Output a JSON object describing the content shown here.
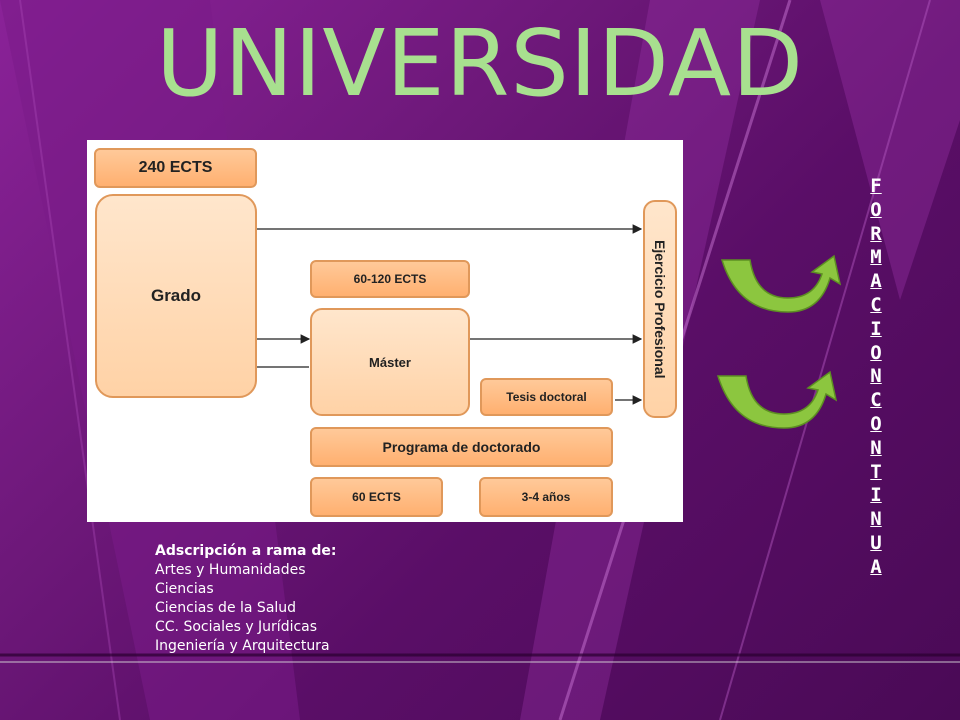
{
  "title": "UNIVERSIDAD",
  "diagram": {
    "ects_240": "240 ECTS",
    "grado": "Grado",
    "ects_60_120": "60-120 ECTS",
    "master": "Máster",
    "tesis": "Tesis doctoral",
    "programa": "Programa de doctorado",
    "ects_60": "60 ECTS",
    "anos": "3-4 años",
    "ejercicio": "Ejercicio Profesional"
  },
  "adscripcion": {
    "heading": "Adscripción a rama de:",
    "items": [
      "Artes y Humanidades",
      "Ciencias",
      "Ciencias de la Salud",
      "CC. Sociales y Jurídicas",
      "Ingeniería y Arquitectura"
    ]
  },
  "side_text": [
    "F",
    "O",
    "R",
    "M",
    "A",
    "C",
    "I",
    "O",
    "N",
    "C",
    "O",
    "N",
    "T",
    "I",
    "N",
    "U",
    "A"
  ],
  "colors": {
    "title": "#a8e08f",
    "box_fill": "#ffd2a6",
    "box_border": "#e0985a",
    "arrow_green": "#8cc63f"
  }
}
